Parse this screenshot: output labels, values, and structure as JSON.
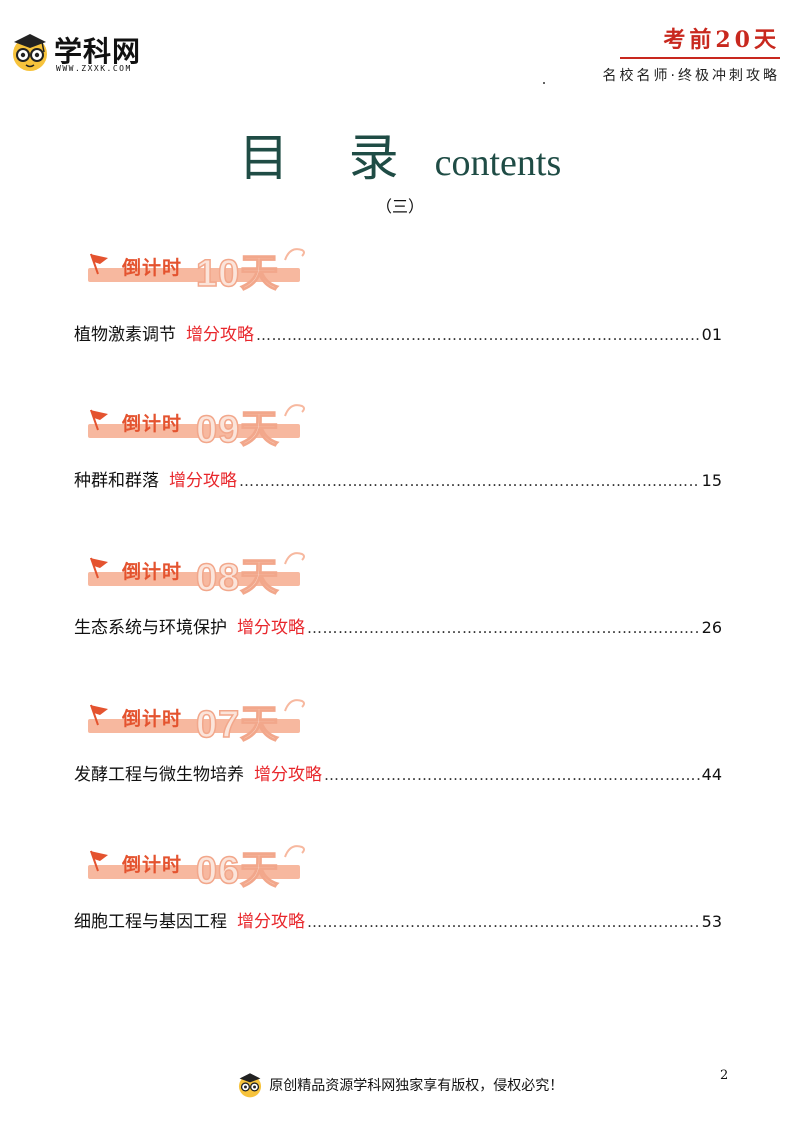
{
  "header": {
    "logo_text": "学科网",
    "logo_url": "WWW.ZXXK.COM",
    "title": "考前20天",
    "subtitle": "名校名师·终极冲刺攻略"
  },
  "toc": {
    "title_zh": "目 录",
    "title_en": "contents",
    "subtitle": "（三）"
  },
  "sections": [
    {
      "badge_label": "倒计时",
      "badge_days": "10天",
      "name": "植物激素调节",
      "tag": "增分攻略",
      "page": "01"
    },
    {
      "badge_label": "倒计时",
      "badge_days": "09天",
      "name": "种群和群落",
      "tag": "增分攻略",
      "page": "15"
    },
    {
      "badge_label": "倒计时",
      "badge_days": "08天",
      "name": "生态系统与环境保护",
      "tag": "增分攻略",
      "page": "26"
    },
    {
      "badge_label": "倒计时",
      "badge_days": "07天",
      "name": "发酵工程与微生物培养",
      "tag": "增分攻略",
      "page": "44"
    },
    {
      "badge_label": "倒计时",
      "badge_days": "06天",
      "name": "细胞工程与基因工程",
      "tag": "增分攻略",
      "page": "53"
    }
  ],
  "footer": {
    "text": "原创精品资源学科网独家享有版权，侵权必究！",
    "page_number": "2"
  },
  "colors": {
    "accent_red": "#c8281e",
    "tag_red": "#e8262b",
    "title_green": "#1f4c45",
    "badge_orange": "#e4532f"
  }
}
